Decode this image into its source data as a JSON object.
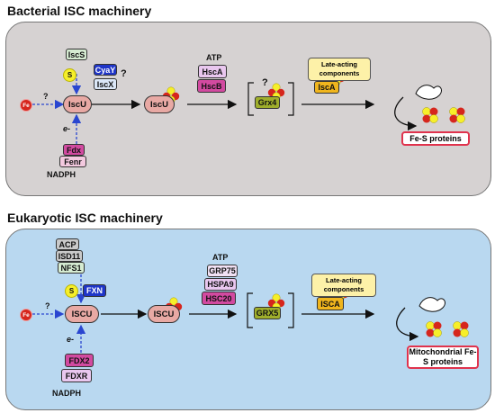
{
  "bacterial": {
    "title": "Bacterial ISC machinery",
    "fe": "Fe",
    "s": "S",
    "iscs": "IscS",
    "cyay": "CyaY",
    "iscx": "IscX",
    "iscu": "IscU",
    "iscu2": "IscU",
    "q1": "?",
    "q2": "?",
    "q3": "?",
    "eminus": "e-",
    "fdx": "Fdx",
    "fenr": "Fenr",
    "nadph": "NADPH",
    "atp": "ATP",
    "hsca": "HscA",
    "hscb": "HscB",
    "grx4": "Grx4",
    "late": "Late-acting components",
    "isca": "IscA",
    "result": "Fe-S proteins"
  },
  "eukaryotic": {
    "title": "Eukaryotic ISC machinery",
    "fe": "Fe",
    "s": "S",
    "acp": "ACP",
    "isd11": "ISD11",
    "nfs1": "NFS1",
    "fxn": "FXN",
    "iscu": "ISCU",
    "iscu2": "ISCU",
    "q1": "?",
    "eminus": "e-",
    "fdx2": "FDX2",
    "fdxr": "FDXR",
    "nadph": "NADPH",
    "atp": "ATP",
    "grp75": "GRP75",
    "hspa9": "HSPA9",
    "hsc20": "HSC20",
    "grx5": "GRX5",
    "late": "Late-acting components",
    "isca": "ISCA",
    "result": "Mitochondrial Fe-S proteins"
  },
  "colors": {
    "bacterial_bg": "#d6d2d2",
    "eukaryotic_bg": "#b9d8f0",
    "iscu_fill": "#e8a9a4",
    "green_box": "#d6ecd2",
    "pink_box": "#f3c9df",
    "magenta_box": "#d24aa0",
    "blue_box": "#1f35c8",
    "light_blue_box": "#dbe7f7",
    "olive_box": "#9fae2b",
    "orange_box": "#f0b51d",
    "arrow_blue": "#2a46d0",
    "fe_red": "#d6261d",
    "sulfur_yellow": "#f6ef2a"
  }
}
